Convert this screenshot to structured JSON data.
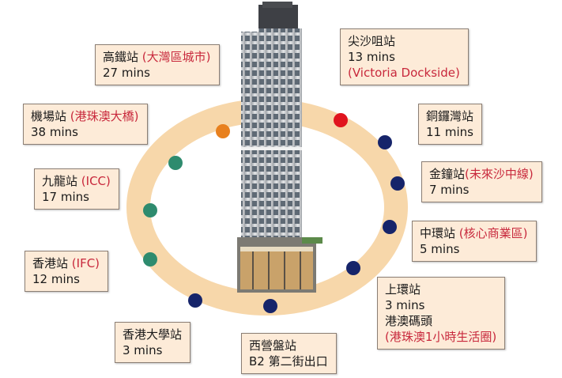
{
  "colors": {
    "ring": "#f7d7aa",
    "box_bg": "#fdebd8",
    "box_border": "#8b7e74",
    "highlight": "#c8283c",
    "dot_red": "#e0141e",
    "dot_orange": "#e8801e",
    "dot_green": "#2e8b6e",
    "dot_navy": "#16246a"
  },
  "building_icon": "residential-tower-illustration",
  "stations": [
    {
      "id": "high-speed-rail",
      "name": "高鐵站",
      "sub": "(大灣區城市)",
      "time": "27 mins"
    },
    {
      "id": "airport",
      "name": "機場站",
      "sub": "(港珠澳大橋)",
      "time": "38 mins"
    },
    {
      "id": "kowloon",
      "name": "九龍站",
      "sub": "(ICC)",
      "time": "17 mins"
    },
    {
      "id": "hong-kong",
      "name": "香港站",
      "sub": "(IFC)",
      "time": "12 mins"
    },
    {
      "id": "hku",
      "name": "香港大學站",
      "time": "3 mins"
    },
    {
      "id": "sai-ying-pun",
      "name": "西營盤站",
      "time": "B2 第二街出口"
    },
    {
      "id": "sheung-wan",
      "name": "上環站",
      "time": "3 mins",
      "extra": "港澳碼頭",
      "sub2": "(港珠澳1小時生活圈)"
    },
    {
      "id": "central",
      "name": "中環站",
      "sub": "(核心商業區)",
      "time": "5 mins"
    },
    {
      "id": "admiralty",
      "name": "金鐘站",
      "sub": "(未來沙中線)",
      "time": "7 mins"
    },
    {
      "id": "causeway-bay",
      "name": "銅鑼灣站",
      "time": "11 mins"
    },
    {
      "id": "tsim-sha-tsui",
      "name": "尖沙咀站",
      "time": "13 mins",
      "sub2": "(Victoria Dockside)"
    }
  ],
  "chart_data": {
    "type": "table",
    "columns": [
      "station",
      "travel_time"
    ],
    "rows": [
      [
        "高鐵站 (大灣區城市)",
        "27 mins"
      ],
      [
        "機場站 (港珠澳大橋)",
        "38 mins"
      ],
      [
        "九龍站 (ICC)",
        "17 mins"
      ],
      [
        "香港站 (IFC)",
        "12 mins"
      ],
      [
        "香港大學站",
        "3 mins"
      ],
      [
        "西營盤站",
        "B2 第二街出口"
      ],
      [
        "上環站 港澳碼頭 (港珠澳1小時生活圈)",
        "3 mins"
      ],
      [
        "中環站 (核心商業區)",
        "5 mins"
      ],
      [
        "金鐘站 (未來沙中線)",
        "7 mins"
      ],
      [
        "銅鑼灣站",
        "11 mins"
      ],
      [
        "尖沙咀站 (Victoria Dockside)",
        "13 mins"
      ]
    ]
  }
}
